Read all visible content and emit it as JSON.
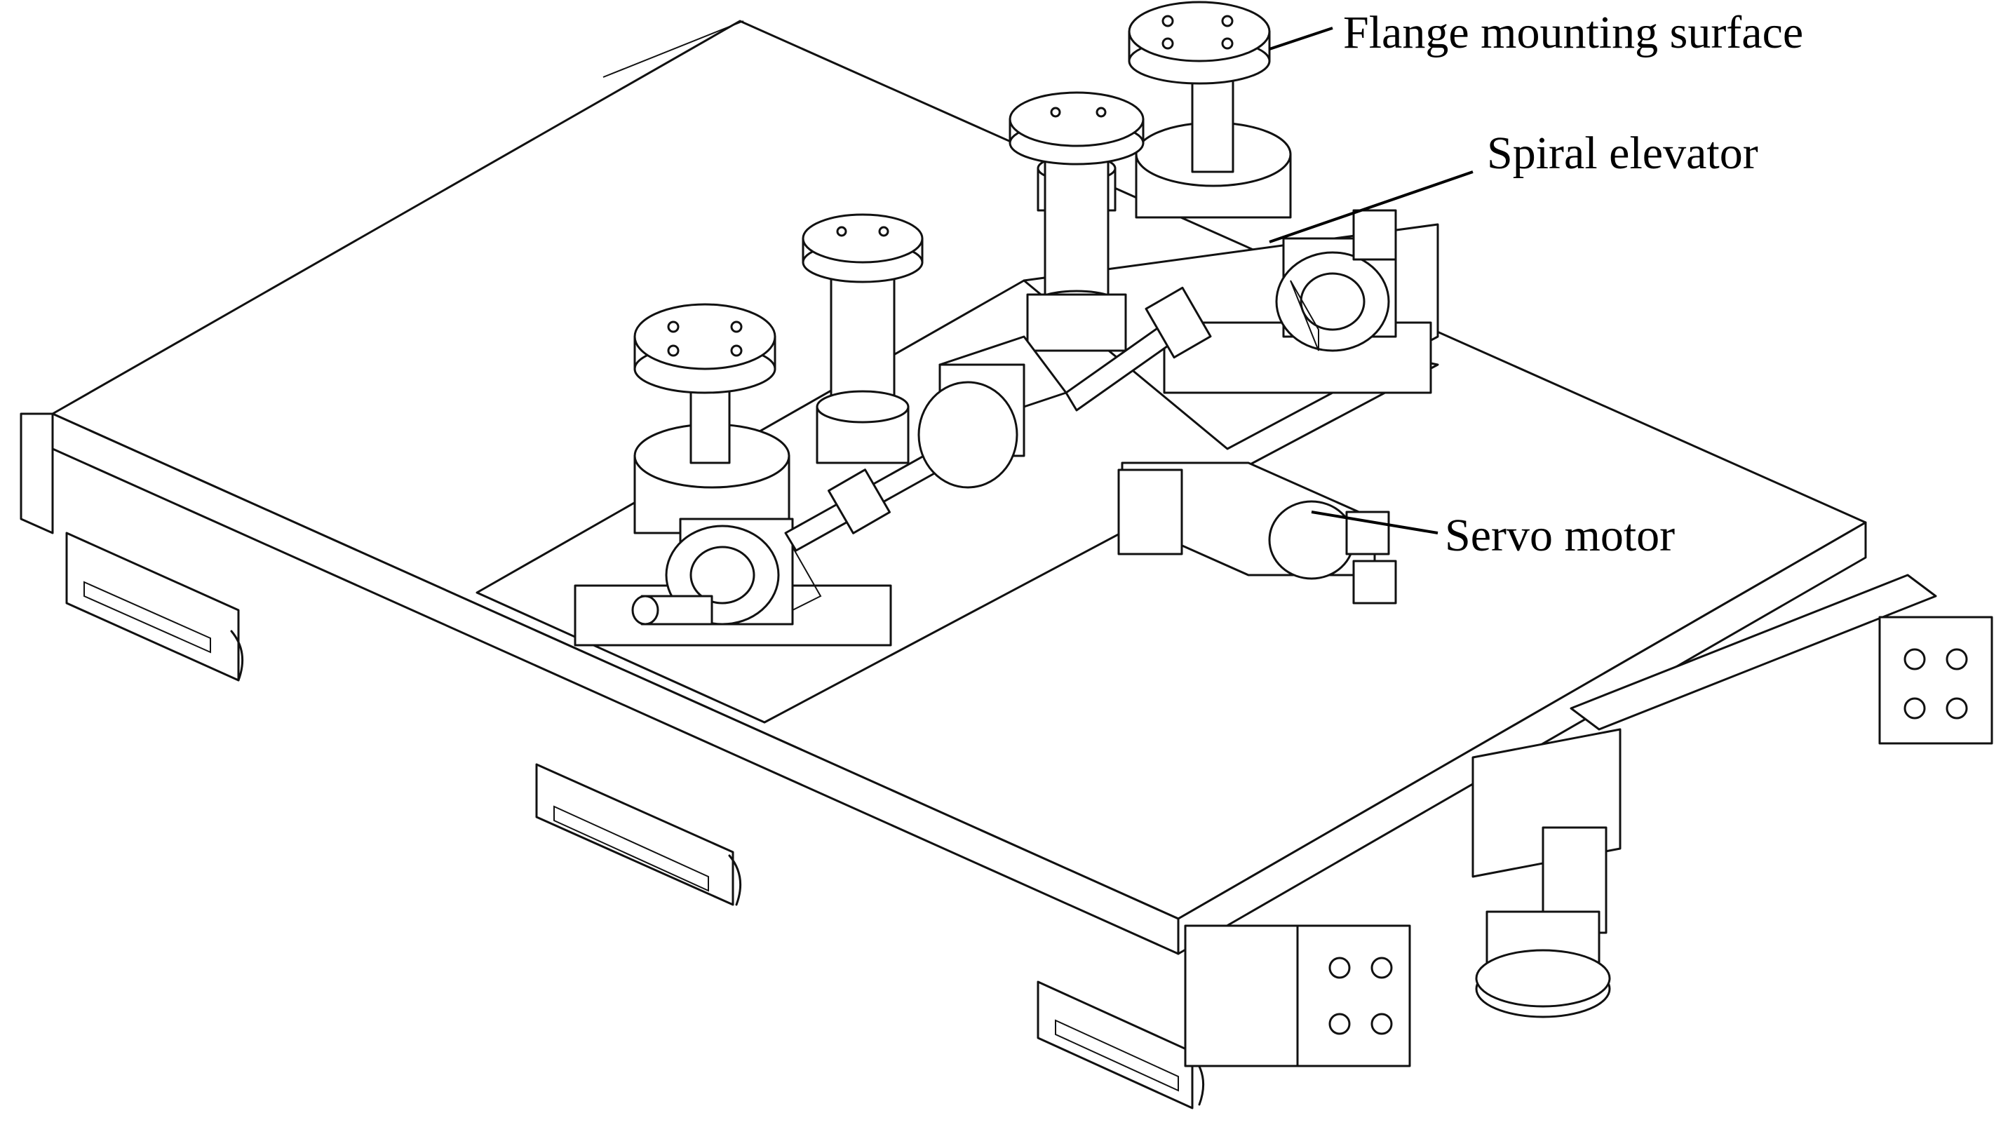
{
  "labels": {
    "flange": "Flange mounting surface",
    "spiral": "Spiral elevator",
    "servo": "Servo motor"
  },
  "colors": {
    "line": "#111111",
    "background": "#ffffff"
  }
}
